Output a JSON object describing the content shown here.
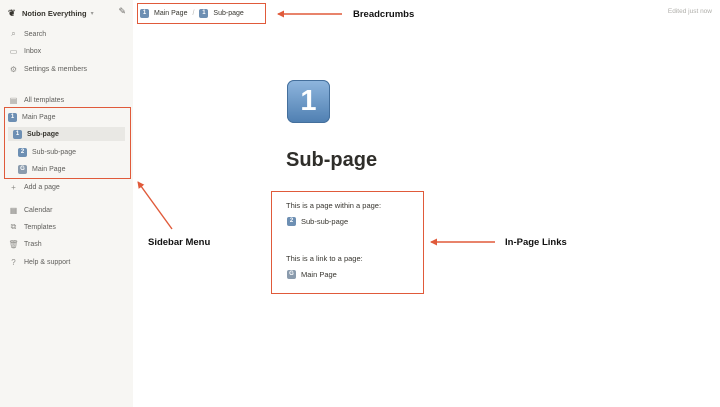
{
  "workspace": {
    "name": "Notion Everything",
    "logo_icon": "notion-logo-icon",
    "compose_icon": "compose-icon"
  },
  "sidebar": {
    "nav": [
      {
        "label": "Search",
        "icon": "search-icon"
      },
      {
        "label": "Inbox",
        "icon": "inbox-icon"
      },
      {
        "label": "Settings & members",
        "icon": "gear-icon"
      }
    ],
    "all_templates": "All templates",
    "tree": [
      {
        "label": "Main Page",
        "badge": "1"
      },
      {
        "label": "Sub-page",
        "badge": "1"
      },
      {
        "label": "Sub-sub-page",
        "badge": "2"
      },
      {
        "label": "Main Page",
        "badge": "G"
      }
    ],
    "add_page": "Add a page",
    "bottom": [
      {
        "label": "Calendar",
        "icon": "calendar-icon"
      },
      {
        "label": "Templates",
        "icon": "templates-icon"
      },
      {
        "label": "Trash",
        "icon": "trash-icon"
      },
      {
        "label": "Help & support",
        "icon": "help-icon"
      }
    ]
  },
  "breadcrumbs": [
    {
      "label": "Main Page",
      "badge": "1"
    },
    {
      "label": "Sub-page",
      "badge": "1"
    }
  ],
  "breadcrumb_sep": "/",
  "edited": "Edited just now",
  "page": {
    "icon_glyph": "1",
    "title": "Sub-page",
    "line1": "This is a page within a page:",
    "link1": {
      "label": "Sub-sub-page",
      "badge": "2"
    },
    "line2": "This is a link to a page:",
    "link2": {
      "label": "Main Page",
      "badge": "G"
    }
  },
  "annotations": {
    "breadcrumbs": "Breadcrumbs",
    "sidebar_menu": "Sidebar Menu",
    "in_page_links": "In-Page Links",
    "color": "#e05a3a"
  }
}
